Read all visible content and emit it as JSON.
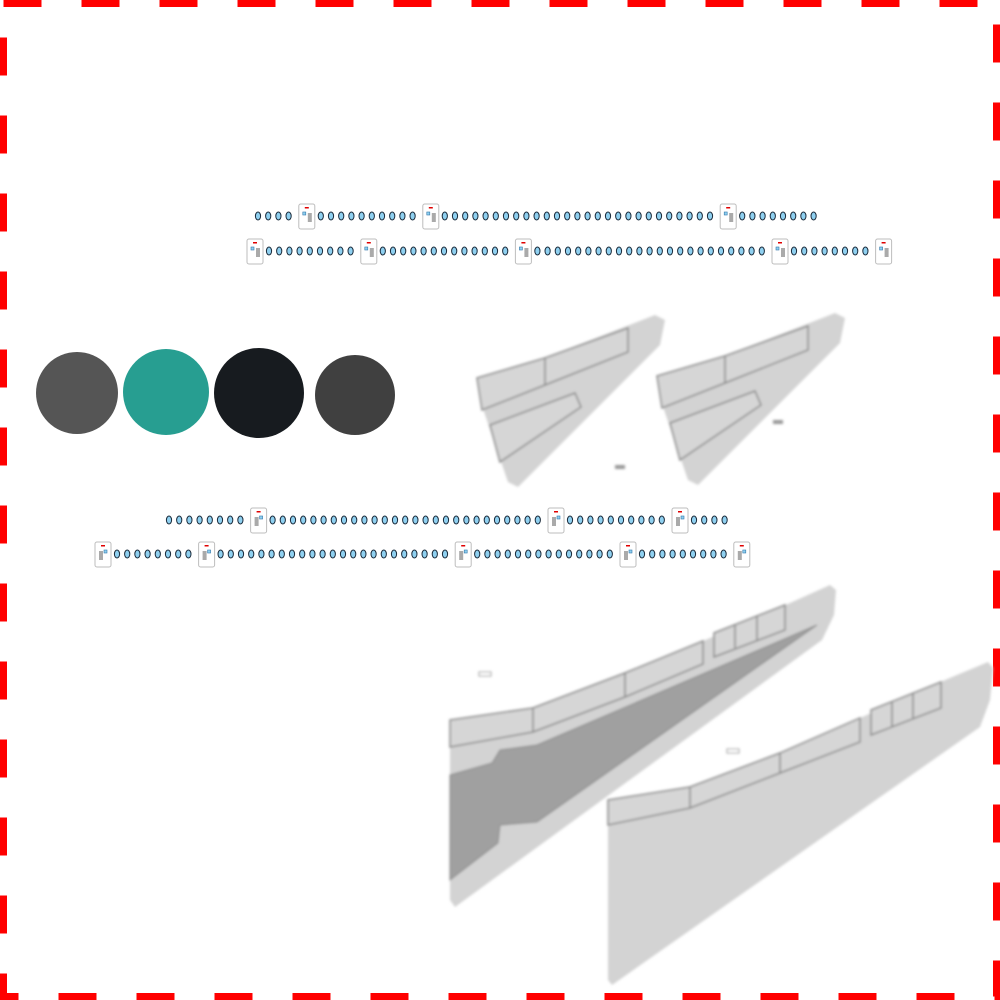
{
  "colors": {
    "border": "#ff0000",
    "window_fill": "#8fd0f0",
    "window_stroke": "#1a2a3a",
    "door_stroke": "#bdbdbd",
    "door_mark": "#e00000",
    "wing_fill": "#d3d3d3",
    "wing_stroke": "#888888",
    "wing_dark": "#a0a0a0"
  },
  "swatches": [
    {
      "name": "gray",
      "color": "#555555"
    },
    {
      "name": "teal",
      "color": "#279e91"
    },
    {
      "name": "near-black",
      "color": "#171b1f"
    },
    {
      "name": "dark-gray",
      "color": "#404040"
    }
  ],
  "fuselage_rows": [
    {
      "side": "upper",
      "segments": [
        "w4",
        "d",
        "w10",
        "d",
        "w27",
        "d",
        "w8"
      ]
    },
    {
      "side": "upper",
      "segments": [
        "d",
        "w9",
        "d",
        "w13",
        "d",
        "w23",
        "d",
        "w8",
        "d"
      ]
    },
    {
      "side": "lower",
      "segments": [
        "w8",
        "d",
        "w27",
        "d",
        "w10",
        "d",
        "w4"
      ]
    },
    {
      "side": "lower",
      "segments": [
        "d",
        "w8",
        "d",
        "w23",
        "d",
        "w14",
        "d",
        "w9",
        "d"
      ]
    }
  ]
}
